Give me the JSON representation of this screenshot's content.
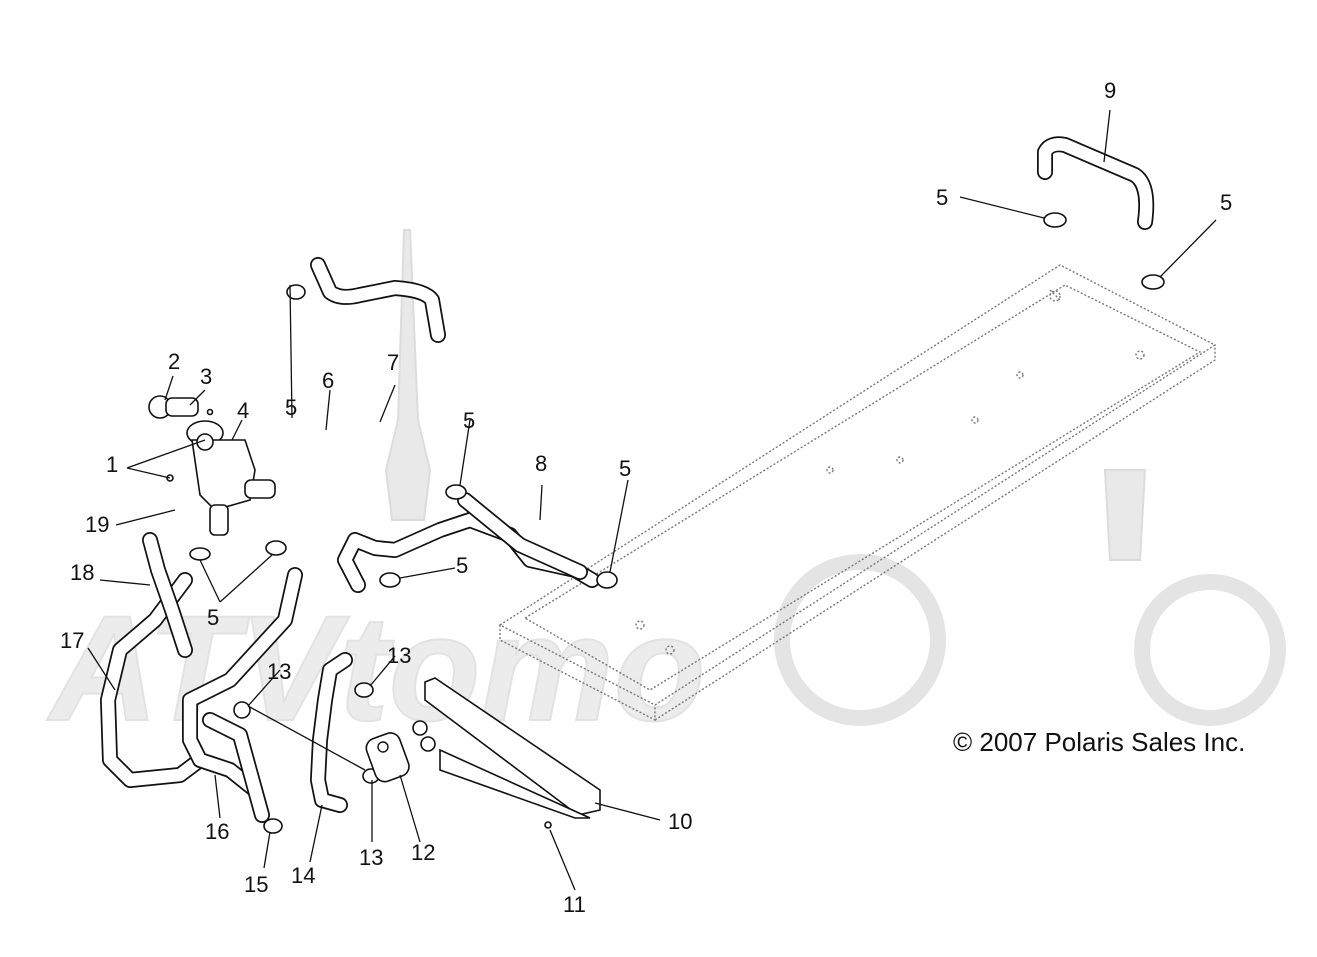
{
  "copyright": "© 2007 Polaris Sales Inc.",
  "watermark": "ATVtomo",
  "callouts": [
    {
      "id": "c1",
      "label": "1"
    },
    {
      "id": "c2",
      "label": "2"
    },
    {
      "id": "c3",
      "label": "3"
    },
    {
      "id": "c4",
      "label": "4"
    },
    {
      "id": "c5a",
      "label": "5"
    },
    {
      "id": "c5b",
      "label": "5"
    },
    {
      "id": "c5c",
      "label": "5"
    },
    {
      "id": "c5d",
      "label": "5"
    },
    {
      "id": "c5e",
      "label": "5"
    },
    {
      "id": "c5f",
      "label": "5"
    },
    {
      "id": "c5g",
      "label": "5"
    },
    {
      "id": "c6",
      "label": "6"
    },
    {
      "id": "c7",
      "label": "7"
    },
    {
      "id": "c8",
      "label": "8"
    },
    {
      "id": "c9",
      "label": "9"
    },
    {
      "id": "c10",
      "label": "10"
    },
    {
      "id": "c11",
      "label": "11"
    },
    {
      "id": "c12",
      "label": "12"
    },
    {
      "id": "c13a",
      "label": "13"
    },
    {
      "id": "c13b",
      "label": "13"
    },
    {
      "id": "c13c",
      "label": "13"
    },
    {
      "id": "c14",
      "label": "14"
    },
    {
      "id": "c15",
      "label": "15"
    },
    {
      "id": "c16",
      "label": "16"
    },
    {
      "id": "c17",
      "label": "17"
    },
    {
      "id": "c18",
      "label": "18"
    },
    {
      "id": "c19",
      "label": "19"
    }
  ]
}
